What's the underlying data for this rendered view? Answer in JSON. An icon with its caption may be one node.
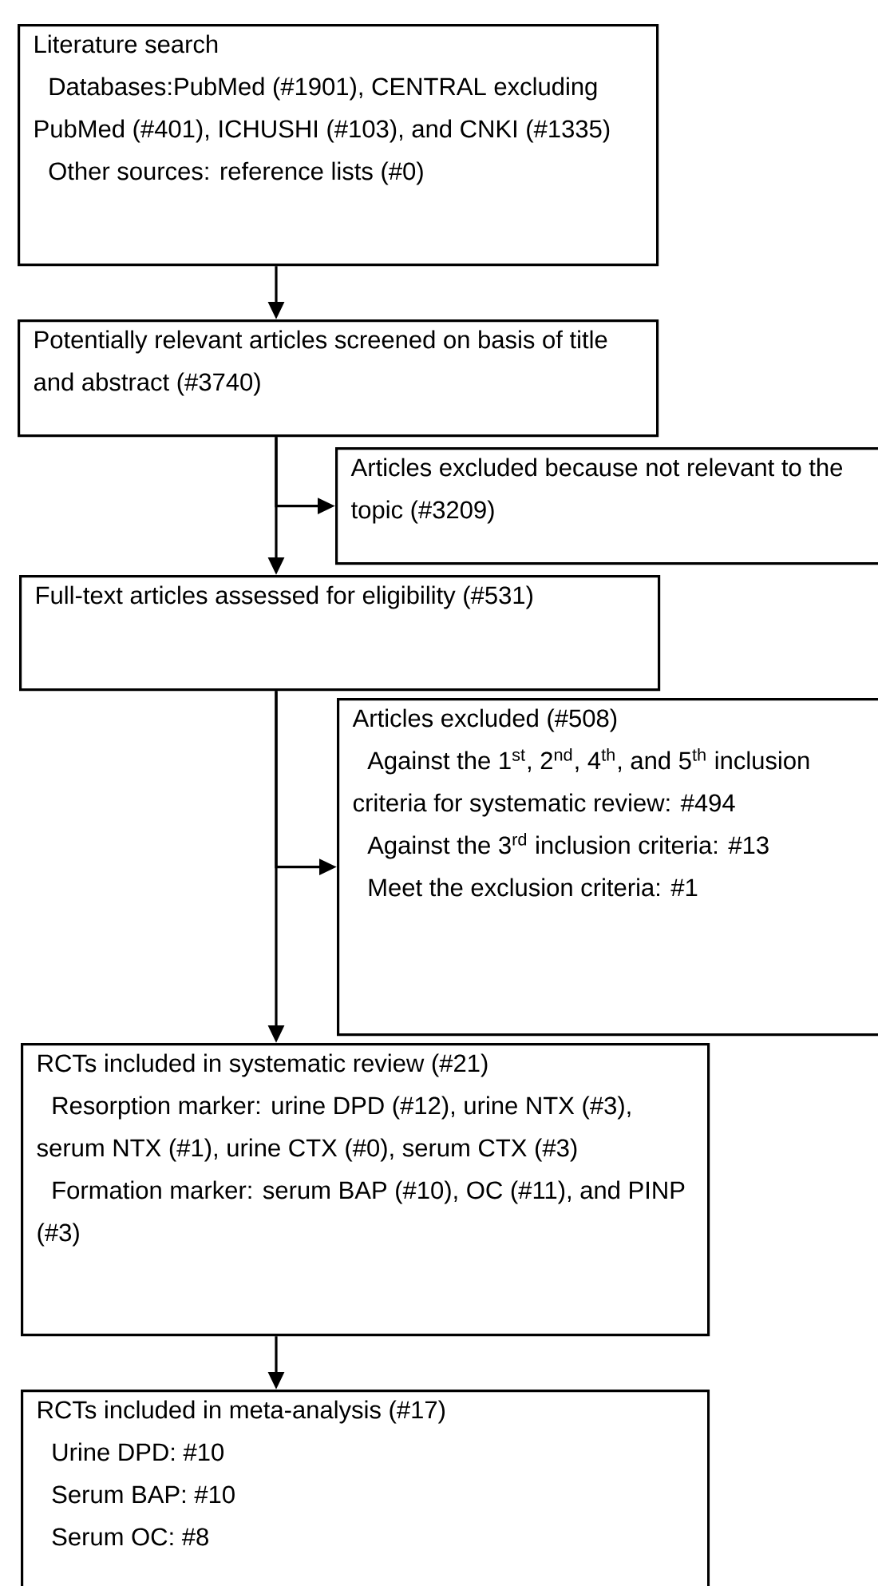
{
  "diagram": {
    "nodes": [
      {
        "text": [
          "Literature search",
          "Databases:PubMed (#1901), CENTRAL excluding PubMed (#401), ICHUSHI (#103), and CNKI (#1335)",
          "Other sources: reference lists (#0)"
        ]
      },
      {
        "text": [
          "Potentially relevant articles screened on basis of title and abstract (#3740)"
        ]
      },
      {
        "text": [
          "Articles excluded because not relevant to the topic (#3209)"
        ]
      },
      {
        "text": [
          "Full-text articles assessed for eligibility (#531)"
        ]
      },
      {
        "text": [
          "Articles excluded (#508)",
          "Against the 1$^{st}$, 2$^{nd}$, 4$^{th}$, and 5$^{th}$ inclusion criteria for systematic review: #494",
          "Against the 3$^{rd}$ inclusion criteria: #13",
          "Meet the exclusion criteria: #1"
        ]
      },
      {
        "text": [
          "RCTs included in systematic review (#21)",
          "Resorption marker: urine DPD (#12), urine NTX (#3), serum NTX (#1), urine CTX (#0), serum CTX (#3)",
          "Formation marker: serum BAP (#10), OC (#11), and PINP (#3)"
        ]
      },
      {
        "text": [
          "RCTs included in meta-analysis (#17)",
          "Urine DPD: #10",
          "Serum BAP: #10",
          "Serum OC: #8"
        ]
      }
    ],
    "edges": [
      {
        "from": 0,
        "to": 1,
        "arrow": "to"
      },
      {
        "from": 1,
        "to": 2,
        "arrow": "to"
      },
      {
        "from": 1,
        "to": 3,
        "arrow": "to"
      },
      {
        "from": 3,
        "to": 4,
        "arrow": "to"
      },
      {
        "from": 3,
        "to": 5,
        "arrow": "to"
      },
      {
        "from": 5,
        "to": 6,
        "arrow": "to"
      }
    ]
  }
}
